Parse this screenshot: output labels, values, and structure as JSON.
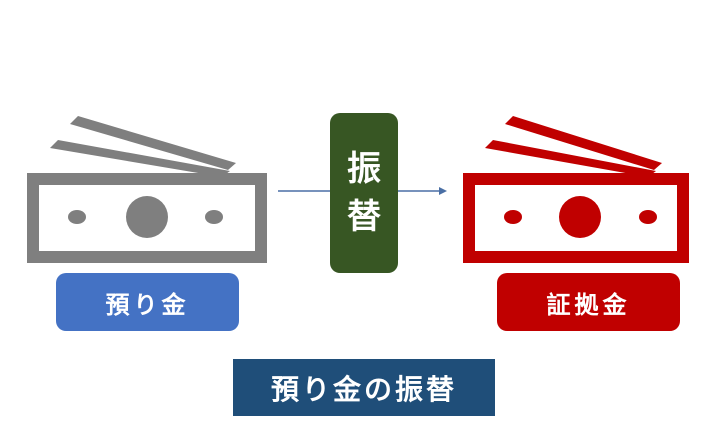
{
  "colors": {
    "left_bill": "#7f7f7f",
    "right_bill": "#c00000",
    "left_label_bg": "#4472c4",
    "right_label_bg": "#c00000",
    "transfer_bg": "#375623",
    "title_bg": "#1f4e79",
    "arrow": "#4a6fa5"
  },
  "icons": {
    "left": "banknote-stack-icon",
    "right": "banknote-stack-icon",
    "arrow": "right-arrow-icon"
  },
  "left_label": "預り金",
  "right_label": "証拠金",
  "transfer": {
    "char_1": "振",
    "char_2": "替"
  },
  "title": "預り金の振替"
}
